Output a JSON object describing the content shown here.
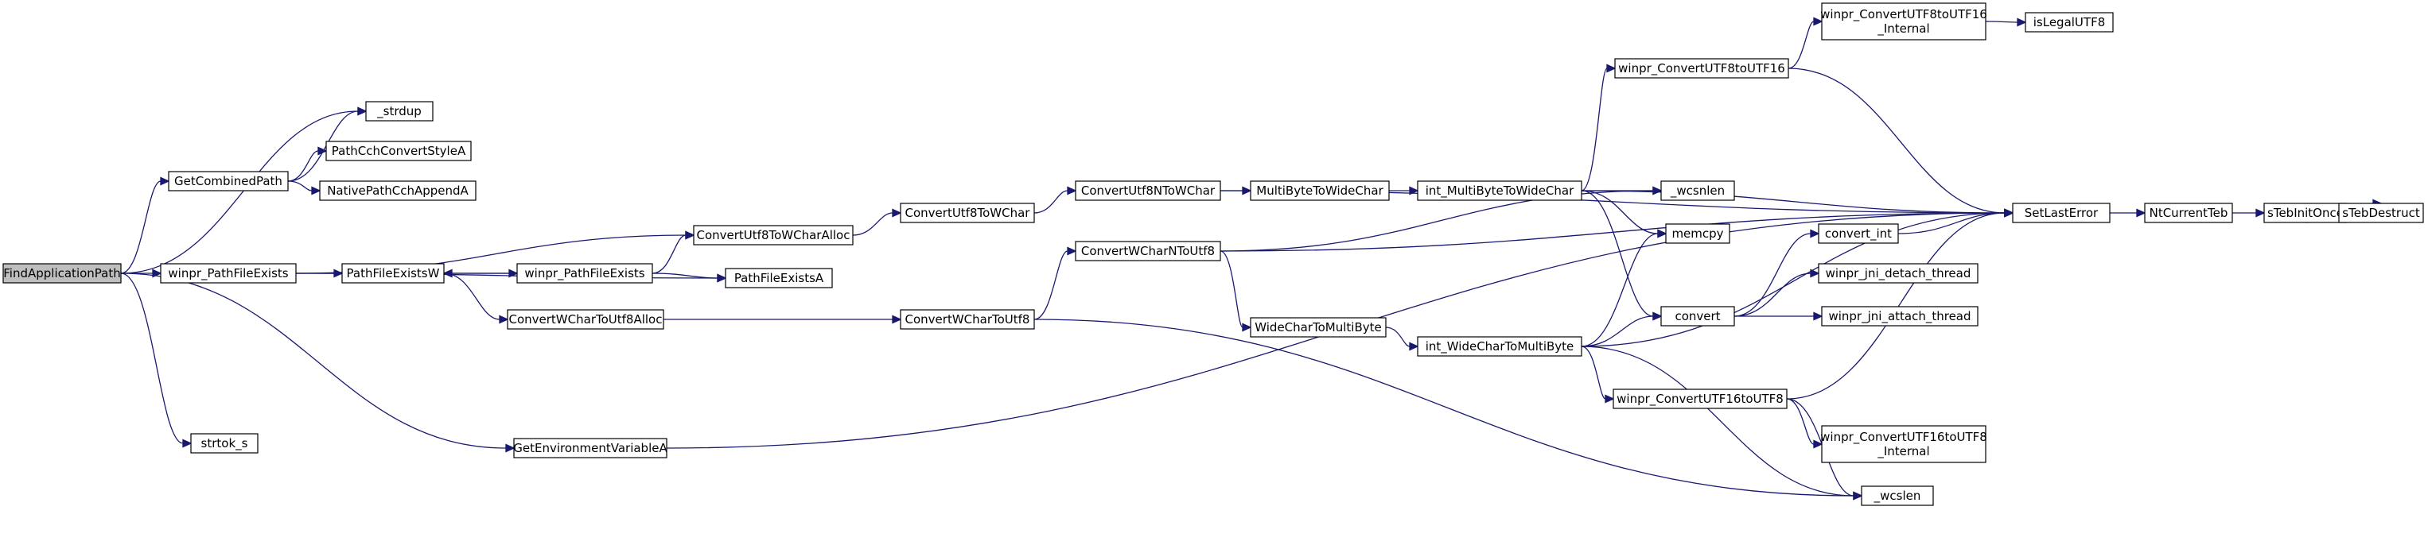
{
  "nodes": [
    {
      "id": "FindApplicationPath",
      "lines": [
        "FindApplicationPath"
      ]
    },
    {
      "id": "_strdup",
      "lines": [
        "_strdup"
      ]
    },
    {
      "id": "GetCombinedPath",
      "lines": [
        "GetCombinedPath"
      ]
    },
    {
      "id": "PathCchConvertStyleA",
      "lines": [
        "PathCchConvertStyleA"
      ]
    },
    {
      "id": "NativePathCchAppendA",
      "lines": [
        "NativePathCchAppendA"
      ]
    },
    {
      "id": "winpr_PathFileExists",
      "lines": [
        "winpr_PathFileExists"
      ]
    },
    {
      "id": "PathFileExistsW",
      "lines": [
        "PathFileExistsW"
      ]
    },
    {
      "id": "winpr_PathFileExists2",
      "lines": [
        "winpr_PathFileExists"
      ]
    },
    {
      "id": "ConvertUtf8ToWCharAlloc",
      "lines": [
        "ConvertUtf8ToWCharAlloc"
      ]
    },
    {
      "id": "ConvertUtf8ToWChar",
      "lines": [
        "ConvertUtf8ToWChar"
      ]
    },
    {
      "id": "ConvertUtf8NToWChar",
      "lines": [
        "ConvertUtf8NToWChar"
      ]
    },
    {
      "id": "MultiByteToWideChar",
      "lines": [
        "MultiByteToWideChar"
      ]
    },
    {
      "id": "int_MultiByteToWideChar",
      "lines": [
        "int_MultiByteToWideChar"
      ]
    },
    {
      "id": "winpr_ConvertUTF8toUTF16",
      "lines": [
        "winpr_ConvertUTF8toUTF16"
      ]
    },
    {
      "id": "winpr_ConvertUTF8toUTF16_Internal",
      "lines": [
        "winpr_ConvertUTF8toUTF16",
        "_Internal"
      ]
    },
    {
      "id": "isLegalUTF8",
      "lines": [
        "isLegalUTF8"
      ]
    },
    {
      "id": "_wcsnlen",
      "lines": [
        "_wcsnlen"
      ]
    },
    {
      "id": "memcpy",
      "lines": [
        "memcpy"
      ]
    },
    {
      "id": "convert",
      "lines": [
        "convert"
      ]
    },
    {
      "id": "convert_int",
      "lines": [
        "convert_int"
      ]
    },
    {
      "id": "winpr_jni_detach_thread",
      "lines": [
        "winpr_jni_detach_thread"
      ]
    },
    {
      "id": "winpr_jni_attach_thread",
      "lines": [
        "winpr_jni_attach_thread"
      ]
    },
    {
      "id": "SetLastError",
      "lines": [
        "SetLastError"
      ]
    },
    {
      "id": "NtCurrentTeb",
      "lines": [
        "NtCurrentTeb"
      ]
    },
    {
      "id": "sTebInitOnce",
      "lines": [
        "sTebInitOnce"
      ]
    },
    {
      "id": "sTebDestruct",
      "lines": [
        "sTebDestruct"
      ]
    },
    {
      "id": "PathFileExistsA",
      "lines": [
        "PathFileExistsA"
      ]
    },
    {
      "id": "ConvertWCharToUtf8Alloc",
      "lines": [
        "ConvertWCharToUtf8Alloc"
      ]
    },
    {
      "id": "ConvertWCharToUtf8",
      "lines": [
        "ConvertWCharToUtf8"
      ]
    },
    {
      "id": "ConvertWCharNToUtf8",
      "lines": [
        "ConvertWCharNToUtf8"
      ]
    },
    {
      "id": "WideCharToMultiByte",
      "lines": [
        "WideCharToMultiByte"
      ]
    },
    {
      "id": "int_WideCharToMultiByte",
      "lines": [
        "int_WideCharToMultiByte"
      ]
    },
    {
      "id": "winpr_ConvertUTF16toUTF8",
      "lines": [
        "winpr_ConvertUTF16toUTF8"
      ]
    },
    {
      "id": "winpr_ConvertUTF16toUTF8_Internal",
      "lines": [
        "winpr_ConvertUTF16toUTF8",
        "_Internal"
      ]
    },
    {
      "id": "_wcslen",
      "lines": [
        "_wcslen"
      ]
    },
    {
      "id": "strtok_s",
      "lines": [
        "strtok_s"
      ]
    },
    {
      "id": "GetEnvironmentVariableA",
      "lines": [
        "GetEnvironmentVariableA"
      ]
    }
  ],
  "edges": [
    {
      "from": "FindApplicationPath",
      "to": "_strdup"
    },
    {
      "from": "FindApplicationPath",
      "to": "GetCombinedPath"
    },
    {
      "from": "FindApplicationPath",
      "to": "winpr_PathFileExists"
    },
    {
      "from": "FindApplicationPath",
      "to": "strtok_s"
    },
    {
      "from": "FindApplicationPath",
      "to": "GetEnvironmentVariableA"
    },
    {
      "from": "GetCombinedPath",
      "to": "_strdup"
    },
    {
      "from": "GetCombinedPath",
      "to": "PathCchConvertStyleA"
    },
    {
      "from": "GetCombinedPath",
      "to": "NativePathCchAppendA"
    },
    {
      "from": "winpr_PathFileExists",
      "to": "PathFileExistsW"
    },
    {
      "from": "winpr_PathFileExists",
      "to": "ConvertUtf8ToWCharAlloc"
    },
    {
      "from": "winpr_PathFileExists",
      "to": "PathFileExistsA"
    },
    {
      "from": "PathFileExistsW",
      "to": "winpr_PathFileExists2"
    },
    {
      "from": "PathFileExistsW",
      "to": "ConvertWCharToUtf8Alloc"
    },
    {
      "from": "winpr_PathFileExists2",
      "to": "PathFileExistsW"
    },
    {
      "from": "winpr_PathFileExists2",
      "to": "ConvertUtf8ToWCharAlloc"
    },
    {
      "from": "winpr_PathFileExists2",
      "to": "PathFileExistsA"
    },
    {
      "from": "ConvertUtf8ToWCharAlloc",
      "to": "ConvertUtf8ToWChar"
    },
    {
      "from": "ConvertUtf8ToWChar",
      "to": "ConvertUtf8NToWChar"
    },
    {
      "from": "ConvertUtf8NToWChar",
      "to": "MultiByteToWideChar"
    },
    {
      "from": "ConvertUtf8NToWChar",
      "to": "SetLastError"
    },
    {
      "from": "MultiByteToWideChar",
      "to": "int_MultiByteToWideChar"
    },
    {
      "from": "int_MultiByteToWideChar",
      "to": "winpr_ConvertUTF8toUTF16"
    },
    {
      "from": "int_MultiByteToWideChar",
      "to": "_wcsnlen"
    },
    {
      "from": "int_MultiByteToWideChar",
      "to": "memcpy"
    },
    {
      "from": "int_MultiByteToWideChar",
      "to": "convert"
    },
    {
      "from": "int_MultiByteToWideChar",
      "to": "SetLastError"
    },
    {
      "from": "winpr_ConvertUTF8toUTF16",
      "to": "winpr_ConvertUTF8toUTF16_Internal"
    },
    {
      "from": "winpr_ConvertUTF8toUTF16",
      "to": "SetLastError"
    },
    {
      "from": "winpr_ConvertUTF8toUTF16_Internal",
      "to": "isLegalUTF8"
    },
    {
      "from": "convert",
      "to": "convert_int"
    },
    {
      "from": "convert",
      "to": "winpr_jni_detach_thread"
    },
    {
      "from": "convert",
      "to": "winpr_jni_attach_thread"
    },
    {
      "from": "convert_int",
      "to": "SetLastError"
    },
    {
      "from": "SetLastError",
      "to": "NtCurrentTeb"
    },
    {
      "from": "NtCurrentTeb",
      "to": "sTebInitOnce"
    },
    {
      "from": "sTebInitOnce",
      "to": "sTebDestruct"
    },
    {
      "from": "ConvertWCharToUtf8Alloc",
      "to": "ConvertWCharToUtf8"
    },
    {
      "from": "ConvertWCharToUtf8",
      "to": "ConvertWCharNToUtf8"
    },
    {
      "from": "ConvertWCharToUtf8",
      "to": "_wcslen"
    },
    {
      "from": "ConvertWCharNToUtf8",
      "to": "_wcsnlen"
    },
    {
      "from": "ConvertWCharNToUtf8",
      "to": "WideCharToMultiByte"
    },
    {
      "from": "ConvertWCharNToUtf8",
      "to": "SetLastError"
    },
    {
      "from": "WideCharToMultiByte",
      "to": "int_WideCharToMultiByte"
    },
    {
      "from": "int_WideCharToMultiByte",
      "to": "memcpy"
    },
    {
      "from": "int_WideCharToMultiByte",
      "to": "convert"
    },
    {
      "from": "int_WideCharToMultiByte",
      "to": "SetLastError"
    },
    {
      "from": "int_WideCharToMultiByte",
      "to": "winpr_ConvertUTF16toUTF8"
    },
    {
      "from": "int_WideCharToMultiByte",
      "to": "_wcslen"
    },
    {
      "from": "winpr_ConvertUTF16toUTF8",
      "to": "winpr_ConvertUTF16toUTF8_Internal"
    },
    {
      "from": "winpr_ConvertUTF16toUTF8",
      "to": "SetLastError"
    },
    {
      "from": "winpr_ConvertUTF16toUTF8",
      "to": "_wcslen"
    },
    {
      "from": "GetEnvironmentVariableA",
      "to": "SetLastError"
    }
  ],
  "colors": {
    "edge": "#191970",
    "root_fill": "#bfbfbf",
    "node_fill": "#ffffff",
    "node_border": "#000000"
  }
}
